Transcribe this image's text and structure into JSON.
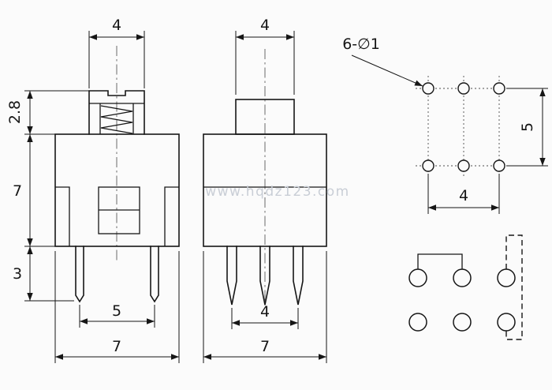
{
  "watermark": {
    "text": "www.hqdz123.com"
  },
  "front_view": {
    "dim_button_width": "4",
    "dim_cap_height": "2.8",
    "dim_body_height": "7",
    "dim_pin_length": "3",
    "dim_pin_pitch": "5",
    "dim_overall_width": "7"
  },
  "side_view": {
    "dim_button_width": "4",
    "dim_pin_span": "4",
    "dim_overall_width": "7"
  },
  "pad_layout": {
    "hole_callout": "6-∅1",
    "dim_row_pitch": "5",
    "dim_col_span": "4"
  },
  "colors": {
    "line": "#161616",
    "watermark": "#c9ced6"
  }
}
